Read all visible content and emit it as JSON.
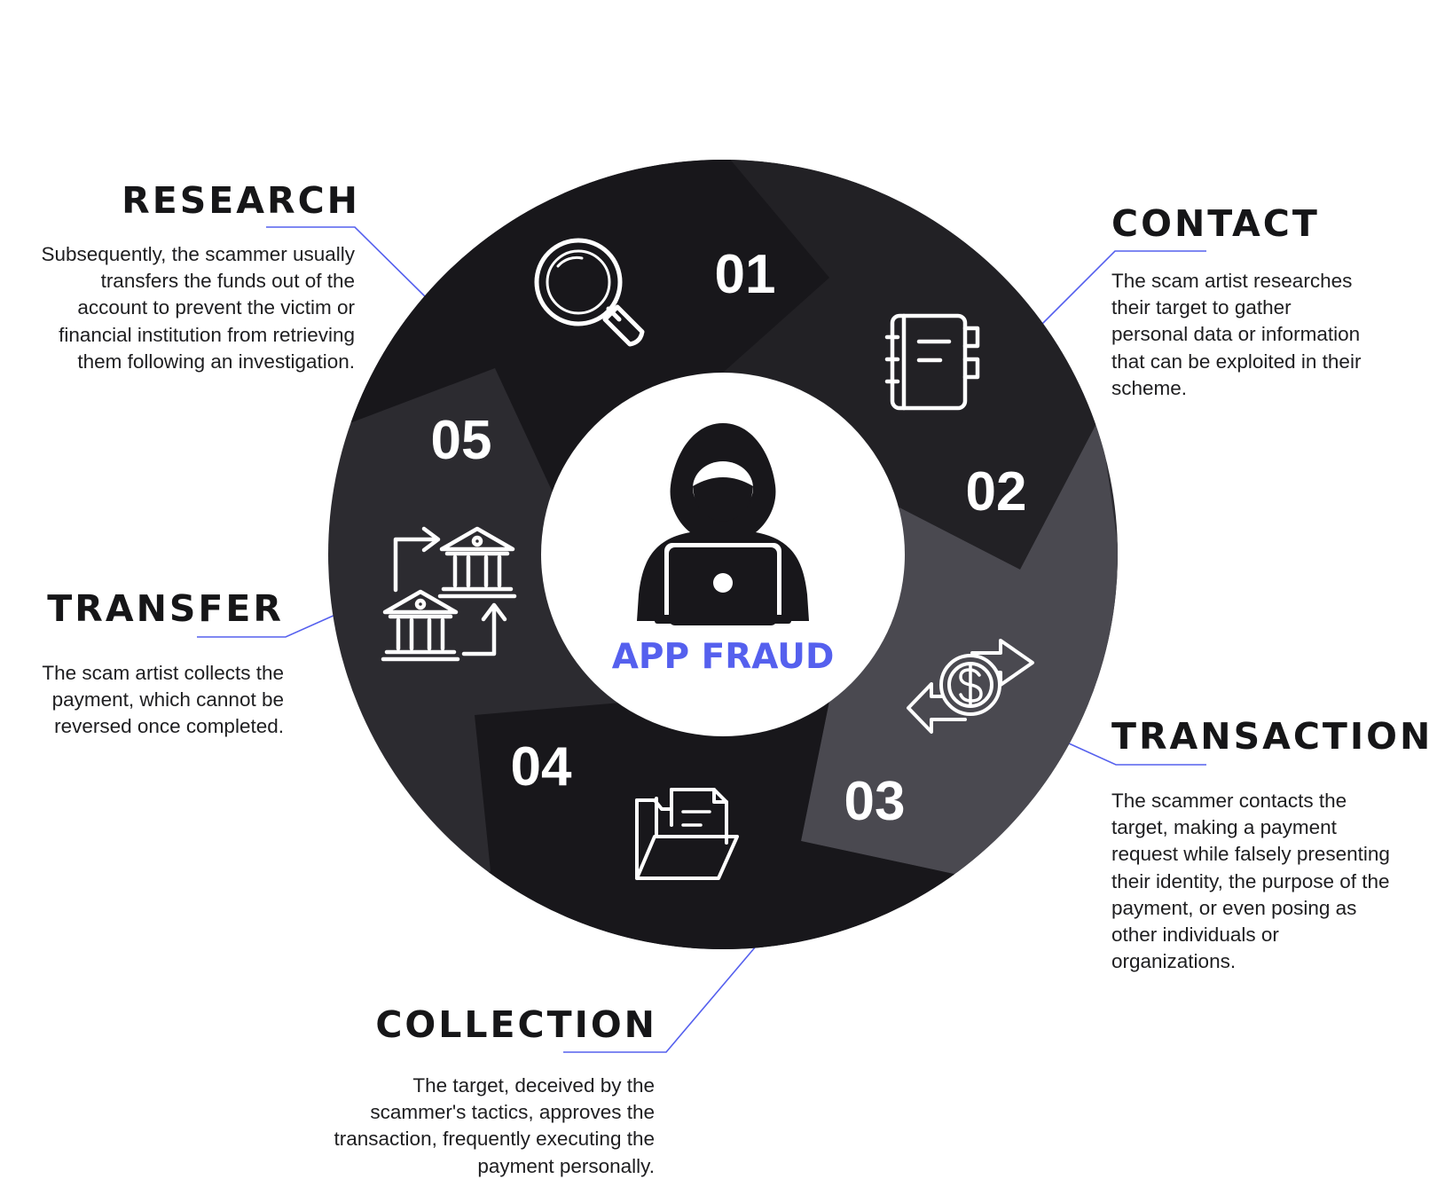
{
  "center": {
    "title": "APP FRAUD"
  },
  "colors": {
    "ring_dark": "#18171b",
    "ring_mid": "#2c2b30",
    "ring_light": "#4a4950",
    "accent": "#5560ee",
    "text": "#161618",
    "background": "#ffffff"
  },
  "steps": [
    {
      "number": "01",
      "title": "RESEARCH",
      "icon": "magnifier-icon",
      "description": [
        "Subsequently, the scammer usually",
        "transfers the funds out of the",
        "account to prevent the victim or",
        "financial institution from retrieving",
        "them following an investigation."
      ]
    },
    {
      "number": "02",
      "title": "CONTACT",
      "icon": "notebook-icon",
      "description": [
        "The scam artist researches",
        "their target to gather",
        "personal data or information",
        "that can be exploited in their",
        "scheme."
      ]
    },
    {
      "number": "03",
      "title": "TRANSACTION",
      "icon": "money-exchange-icon",
      "description": [
        "The scammer contacts the",
        "target, making a payment",
        "request while falsely presenting",
        "their identity, the purpose of the",
        "payment, or even posing as",
        "other individuals or",
        "organizations."
      ]
    },
    {
      "number": "04",
      "title": "COLLECTION",
      "icon": "document-folder-icon",
      "description": [
        "The target, deceived by the",
        "scammer's tactics, approves the",
        "transaction, frequently executing the",
        "payment personally."
      ]
    },
    {
      "number": "05",
      "title": "TRANSFER",
      "icon": "bank-transfer-icon",
      "description": [
        "The scam artist collects the",
        "payment, which cannot be",
        "reversed once completed."
      ]
    }
  ]
}
